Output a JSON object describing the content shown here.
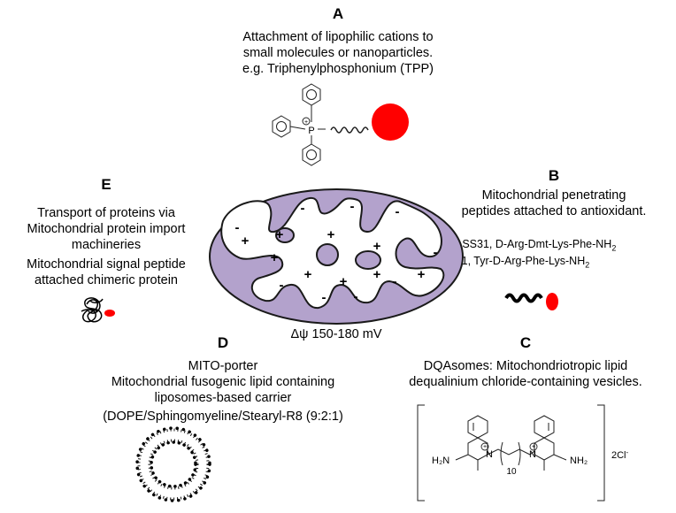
{
  "sections": {
    "A": {
      "letter": "A",
      "line1": "Attachment of lipophilic cations to",
      "line2": "small molecules or nanoparticles.",
      "line3": "e.g. Triphenylphosphonium (TPP)"
    },
    "B": {
      "letter": "B",
      "line1": "Mitochondrial penetrating",
      "line2": "peptides attached to antioxidant.",
      "example1": "e.g. SS31, D-Arg-Dmt-Lys-Phe-NH",
      "example1_sub": "2",
      "example2": "SS01, Tyr-D-Arg-Phe-Lys-NH",
      "example2_sub": "2"
    },
    "C": {
      "letter": "C",
      "line1": "DQAsomes: Mitochondriotropic lipid",
      "line2": "dequalinium chloride-containing vesicles.",
      "counterion": "2Cl",
      "counterion_sup": "-",
      "chain_count": "10"
    },
    "D": {
      "letter": "D",
      "line1": "MITO-porter",
      "line2": "Mitochondrial fusogenic lipid containing",
      "line3": "liposomes-based carrier",
      "line4": "(DOPE/Sphingomyeline/Stearyl-R8 (9:2:1)"
    },
    "E": {
      "letter": "E",
      "line1": "Transport of proteins via",
      "line2": "Mitochondrial protein import",
      "line3": "machineries",
      "line4": "Mitochondrial signal peptide",
      "line5": "attached chimeric protein"
    }
  },
  "mitochondrion": {
    "potential_label": "Δψ 150-180 mV",
    "plus": "+",
    "minus": "-",
    "fill_color": "#b3a2cc",
    "outline_color": "#1a1a1a"
  },
  "chemistry": {
    "phosphorus": "P",
    "charge": "+",
    "nh2_left": "H₂N",
    "nh2_right": "NH₂",
    "nitrogen": "N"
  },
  "colors": {
    "cargo_red": "#ff0000"
  }
}
